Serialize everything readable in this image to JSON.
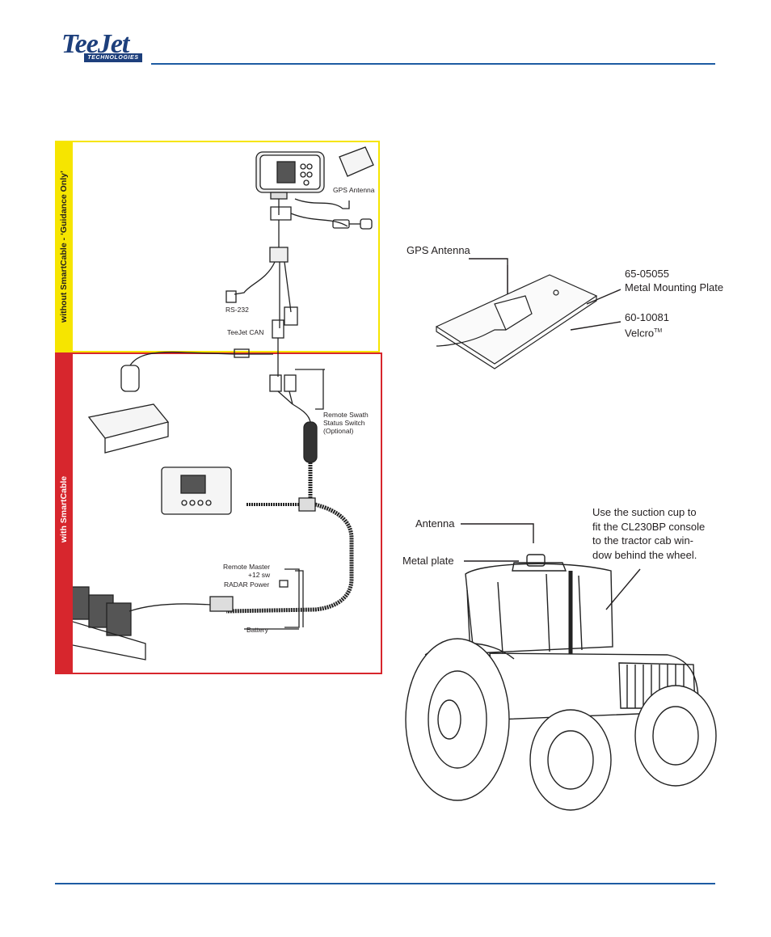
{
  "brand": {
    "logo_main": "TeeJet",
    "logo_sub": "TECHNOLOGIES",
    "colors": {
      "blue": "#1d3f7c",
      "rule": "#1d5ca3",
      "yellow": "#f6e500",
      "red": "#d7262d"
    }
  },
  "left_diagram": {
    "band_top": "without SmartCable - ‘Guidance Only’",
    "band_bottom": "with SmartCable",
    "labels": {
      "gps_antenna": "GPS Antenna",
      "rs232": "RS-232",
      "teejet_can": "TeeJet CAN",
      "remote_swath": "Remote Swath",
      "status_switch": "Status Switch",
      "optional": "(Optional)",
      "remote_master": "Remote Master",
      "plus12": "+12 sw",
      "radar_power": "RADAR Power",
      "battery": "Battery"
    }
  },
  "antenna_plate": {
    "gps_antenna": "GPS Antenna",
    "plate_part": "65-05055",
    "plate_name": "Metal Mounting Plate",
    "velcro_part": "60-10081",
    "velcro_name": "Velcro",
    "velcro_tm": "TM"
  },
  "tractor": {
    "antenna": "Antenna",
    "metal_plate": "Metal plate",
    "note_lines": [
      "Use the suction cup to",
      "fit the CL230BP console",
      "to the tractor cab win-",
      "dow behind the wheel."
    ]
  }
}
